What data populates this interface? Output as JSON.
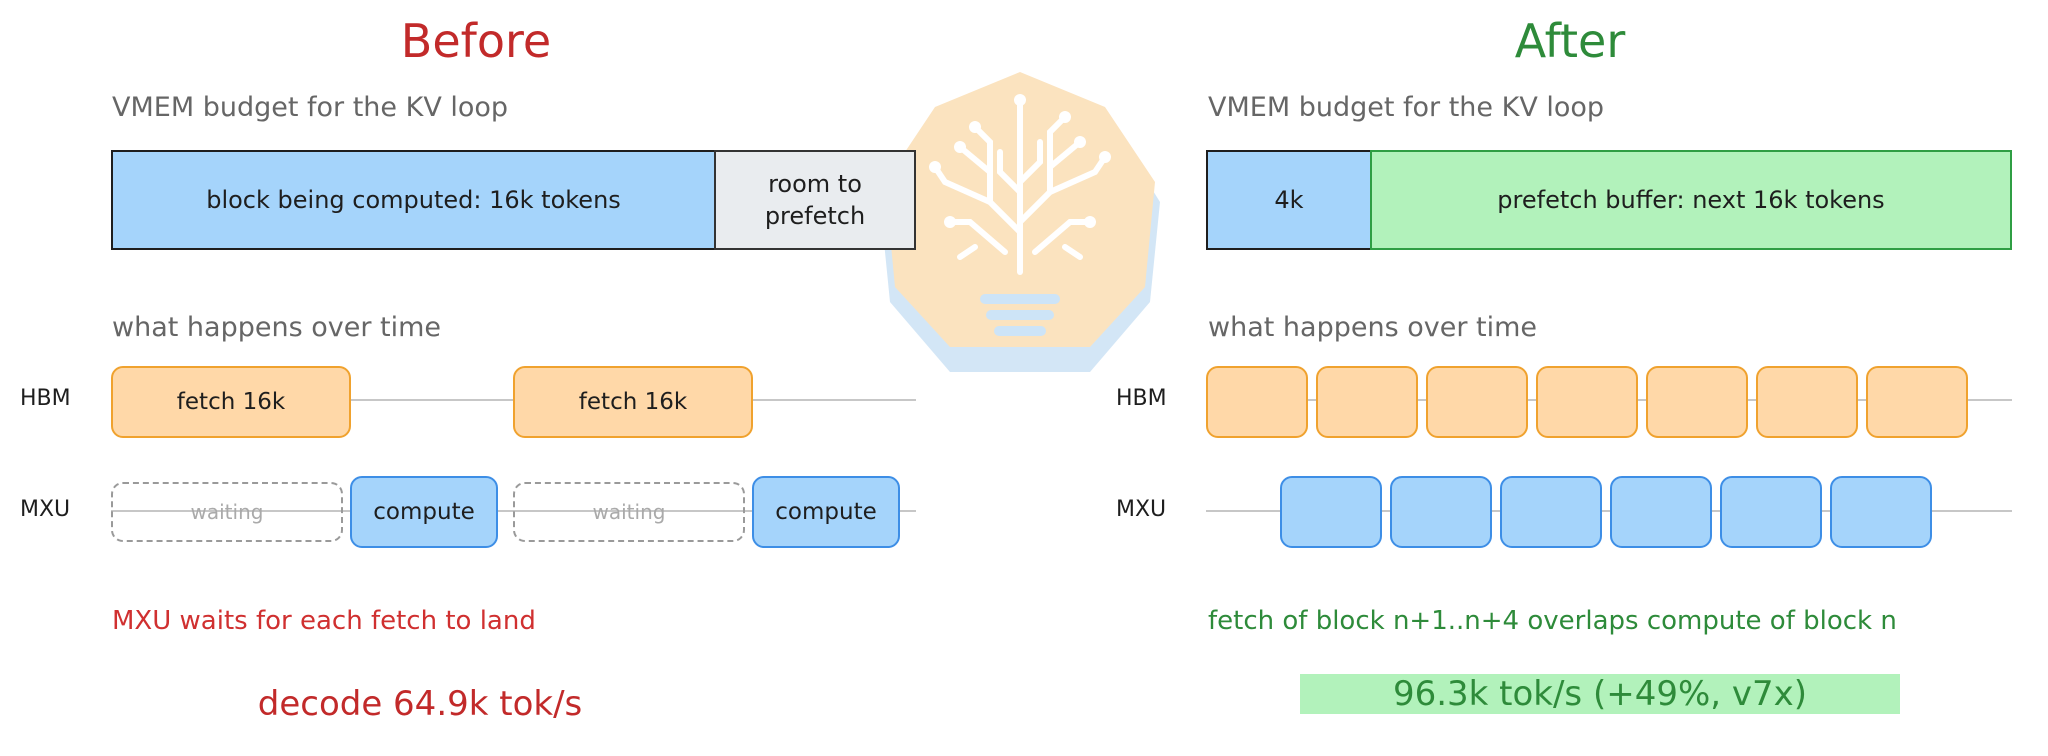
{
  "before": {
    "title": "Before",
    "budget_label": "VMEM budget for the KV loop",
    "block_label": "block being computed: 16k tokens",
    "room_label": "room to prefetch",
    "timeline_label": "what happens over time",
    "hbm_label": "HBM",
    "mxu_label": "MXU",
    "fetch_labels": [
      "fetch 16k",
      "fetch 16k"
    ],
    "wait_labels": [
      "waiting",
      "waiting"
    ],
    "compute_labels": [
      "compute",
      "compute"
    ],
    "note": "MXU waits for each fetch to land",
    "result": "decode 64.9k tok/s"
  },
  "after": {
    "title": "After",
    "budget_label": "VMEM budget for the KV loop",
    "small_label": "4k",
    "prefetch_label": "prefetch buffer: next 16k tokens",
    "timeline_label": "what happens over time",
    "hbm_label": "HBM",
    "mxu_label": "MXU",
    "note": "fetch of block n+1..n+4 overlaps compute of block n",
    "result": "96.3k tok/s  (+49%, v7x)"
  },
  "colors": {
    "red": "#c22a2a",
    "green": "#2e8b3a",
    "fetch": "#ffd8a8",
    "compute": "#a5d4fb",
    "prefetch": "#b2f2bb",
    "logo": "#fbe3bf"
  },
  "icons": [
    "lightbulb-circuit-logo"
  ]
}
